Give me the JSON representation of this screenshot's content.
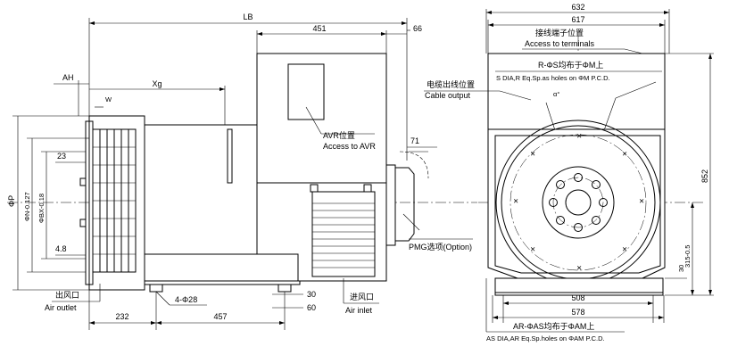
{
  "side_view": {
    "dims": {
      "lb": "LB",
      "d451": "451",
      "d66": "66",
      "ah": "AH",
      "xg": "Xg",
      "w": "W",
      "d71": "71",
      "d23": "23",
      "d48": "4.8",
      "phi_p": "ΦP",
      "phi_n": "ΦN-0.127",
      "phi_bx": "ΦBX-0.18",
      "d232": "232",
      "d457": "457",
      "holes": "4-Φ28",
      "d30": "30",
      "d60": "60"
    },
    "labels": {
      "avr_cn": "AVR位置",
      "avr_en": "Access to AVR",
      "air_outlet_cn": "出风口",
      "air_outlet_en": "Air outlet",
      "air_inlet_cn": "进风口",
      "air_inlet_en": "Air inlet",
      "pmg": "PMG选项(Option)"
    }
  },
  "end_view": {
    "dims": {
      "d632": "632",
      "d617": "617",
      "d852": "852",
      "d315": "315-0.5",
      "d30": "30",
      "d508": "508",
      "d578": "578"
    },
    "labels": {
      "terminals_cn": "接线端子位置",
      "terminals_en": "Access to terminals",
      "r_phi_s": "R-ΦS均布于ΦM上",
      "s_dia": "S DIA,R Eq.Sp.as holes on ΦM P.C.D.",
      "cable_cn": "电缆出线位置",
      "cable_en": "Cable output",
      "alpha": "α°",
      "ar_phi_as": "AR-ΦAS均布于ΦAM上",
      "as_dia": "AS DIA,AR Eq.Sp.holes on ΦAM P.C.D."
    }
  }
}
